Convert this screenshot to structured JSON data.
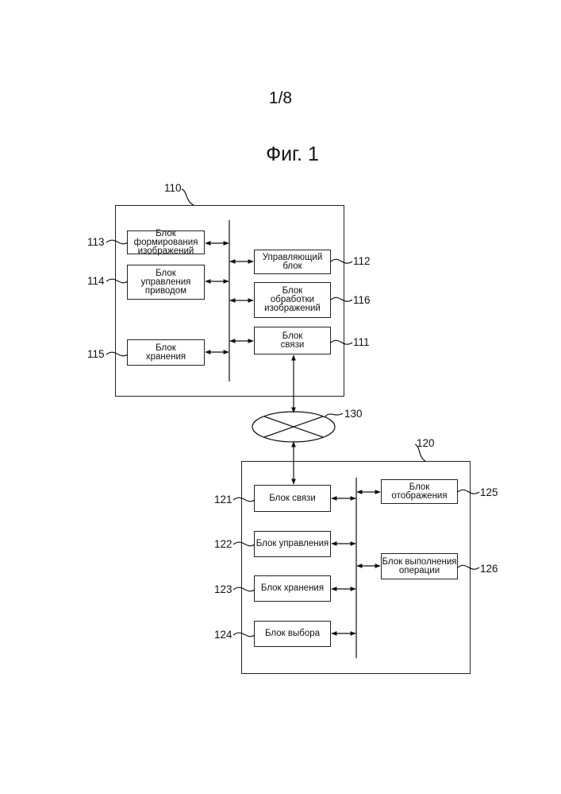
{
  "page_number": "1/8",
  "figure_title": "Фиг. 1",
  "device_110": {
    "ref": "110",
    "blocks": [
      {
        "ref": "113",
        "label": "Блок\nформирования\nизображений"
      },
      {
        "ref": "114",
        "label": "Блок\nуправления\nприводом"
      },
      {
        "ref": "115",
        "label": "Блок\nхранения"
      },
      {
        "ref": "112",
        "label": "Управляющий\nблок"
      },
      {
        "ref": "116",
        "label": "Блок\nобработки\nизображений"
      },
      {
        "ref": "111",
        "label": "Блок\nсвязи"
      }
    ]
  },
  "network": {
    "ref": "130"
  },
  "device_120": {
    "ref": "120",
    "blocks": [
      {
        "ref": "121",
        "label": "Блок связи"
      },
      {
        "ref": "122",
        "label": "Блок управления"
      },
      {
        "ref": "123",
        "label": "Блок хранения"
      },
      {
        "ref": "124",
        "label": "Блок выбора"
      },
      {
        "ref": "125",
        "label": "Блок\nотображения"
      },
      {
        "ref": "126",
        "label": "Блок выполнения\nоперации"
      }
    ]
  }
}
